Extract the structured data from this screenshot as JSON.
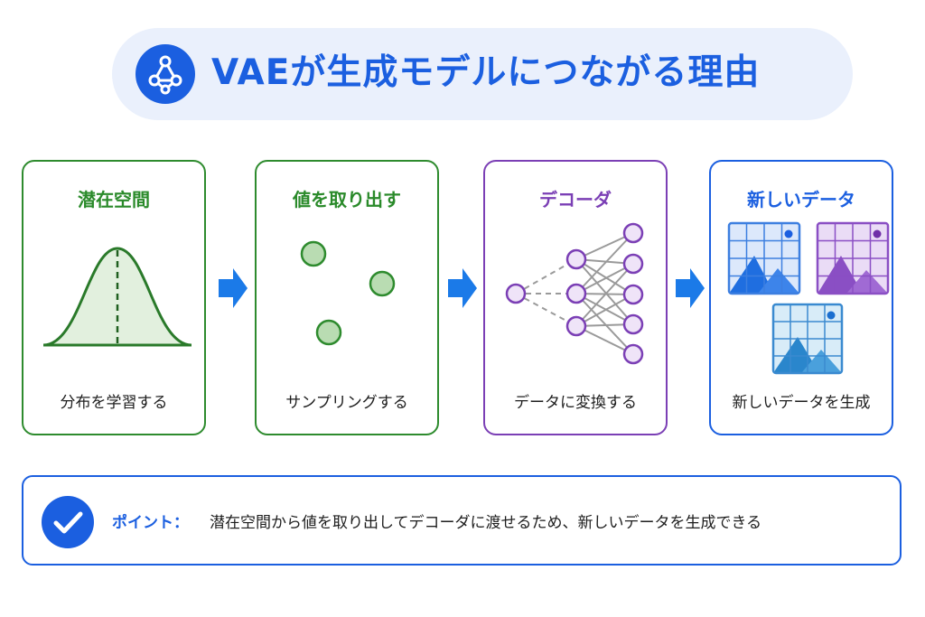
{
  "header": {
    "title": "VAEが生成モデルにつながる理由",
    "icon": "network-nodes-icon"
  },
  "steps": [
    {
      "title": "潜在空間",
      "caption": "分布を学習する",
      "color": "#2e8b2e",
      "icon": "bell-curve-icon"
    },
    {
      "title": "値を取り出す",
      "caption": "サンプリングする",
      "color": "#2e8b2e",
      "icon": "sample-dots-icon"
    },
    {
      "title": "デコーダ",
      "caption": "データに変換する",
      "color": "#7b3fb5",
      "icon": "neural-network-icon"
    },
    {
      "title": "新しいデータ",
      "caption": "新しいデータを生成",
      "color": "#1b5fe0",
      "icon": "image-grid-icon"
    }
  ],
  "point": {
    "label": "ポイント：",
    "text": "潜在空間から値を取り出してデコーダに渡せるため、新しいデータを生成できる",
    "icon": "checkmark-icon"
  },
  "colors": {
    "accent": "#1b5fe0",
    "green": "#2e8b2e",
    "purple": "#7b3fb5",
    "title_bg": "#eaf0fc"
  }
}
